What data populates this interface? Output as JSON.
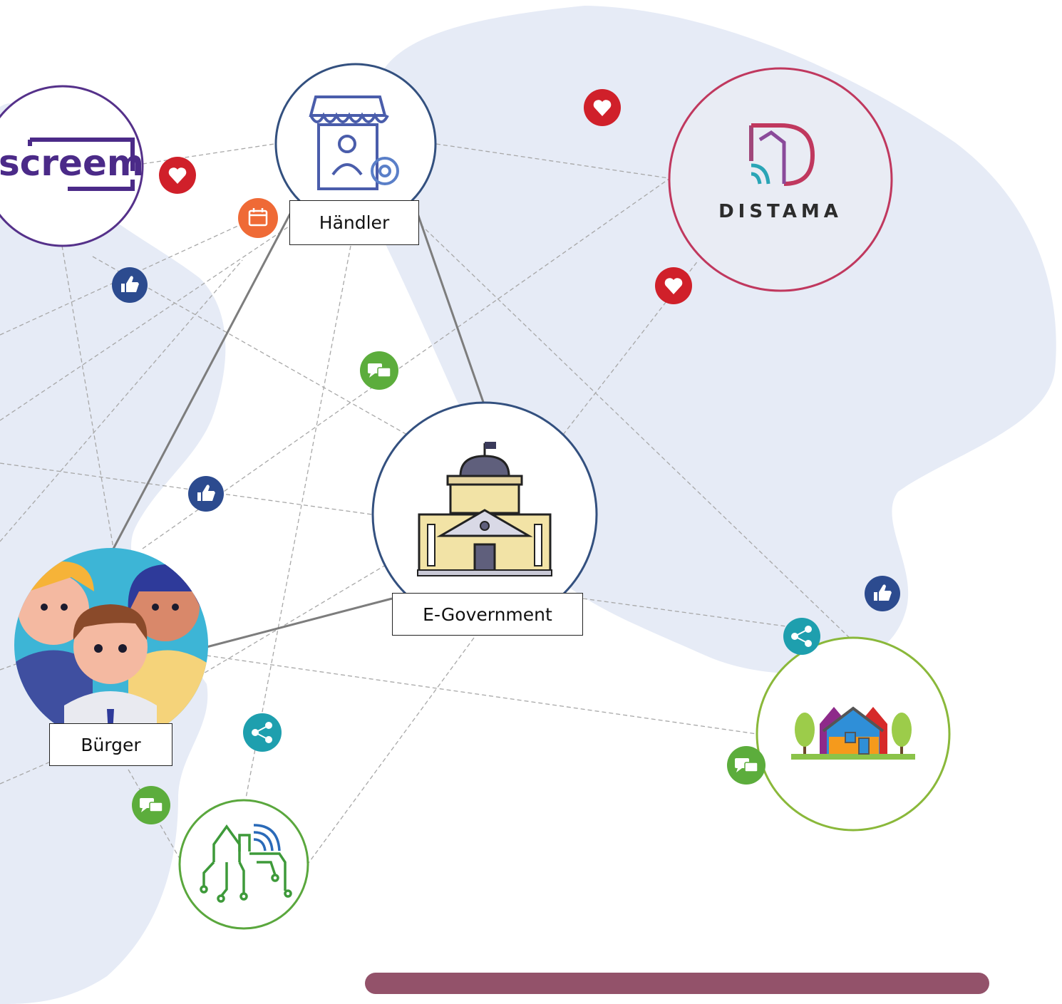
{
  "nodes": {
    "handler": {
      "label": "Händler",
      "icon": "merchant-shop-icon"
    },
    "egovernment": {
      "label": "E-Government",
      "icon": "government-building-icon"
    },
    "buerger": {
      "label": "Bürger",
      "icon": "citizens-group-icon"
    },
    "screem": {
      "logo_text": "screem",
      "icon": "screem-logo"
    },
    "distama": {
      "logo_text": "DISTAMA",
      "icon": "distama-logo"
    },
    "neighborhood": {
      "icon": "houses-neighborhood-icon"
    },
    "smart_city": {
      "icon": "smart-city-network-icon"
    }
  },
  "badges": [
    {
      "kind": "heart-icon"
    },
    {
      "kind": "heart-icon"
    },
    {
      "kind": "heart-icon"
    },
    {
      "kind": "calendar-icon"
    },
    {
      "kind": "thumbs-up-icon"
    },
    {
      "kind": "thumbs-up-icon"
    },
    {
      "kind": "thumbs-up-icon"
    },
    {
      "kind": "chat-icon"
    },
    {
      "kind": "chat-icon"
    },
    {
      "kind": "chat-icon"
    },
    {
      "kind": "share-icon"
    },
    {
      "kind": "share-icon"
    }
  ],
  "colors": {
    "blob": "#e6ebf6",
    "heart": "#d0202a",
    "calendar": "#ef6a36",
    "thumbs_up": "#2c4b8f",
    "chat": "#5cad3c",
    "share": "#1e9fae",
    "handler_ring": "#33507f",
    "egov_ring": "#33507f",
    "screem_ring": "#55318a",
    "distama_ring": "#c0385e",
    "green_ring": "#8ab83a",
    "smart_ring": "#5aa73d",
    "bottom_bar": "#93526a"
  }
}
